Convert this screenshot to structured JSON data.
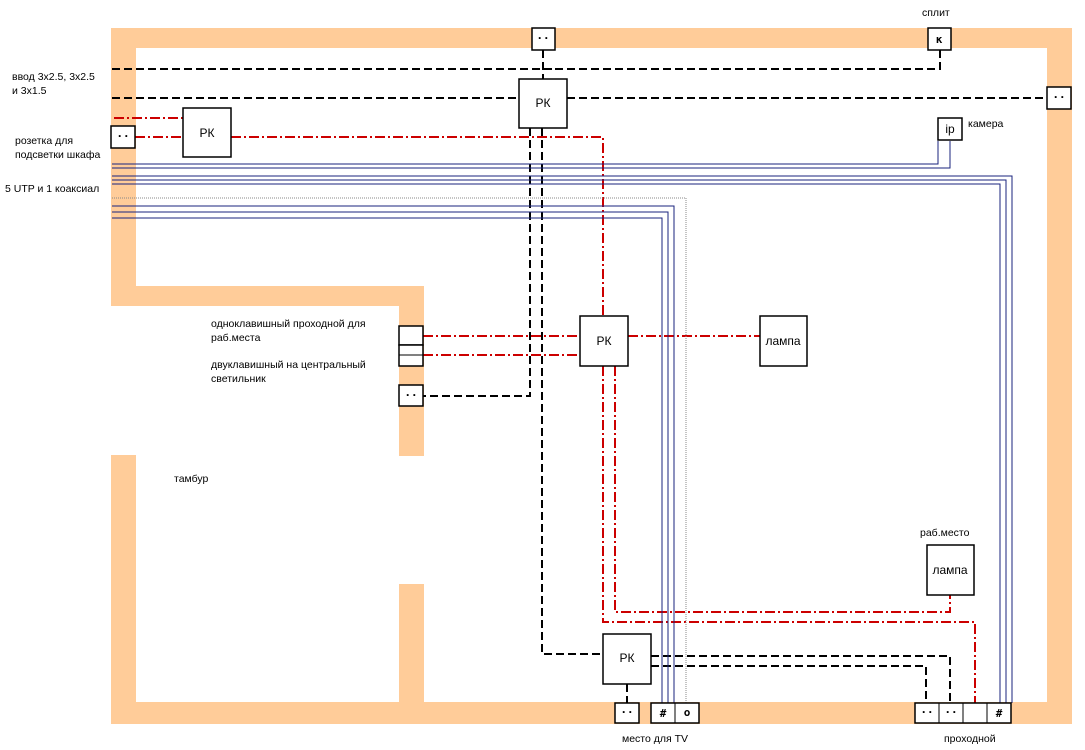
{
  "labels": {
    "split": "сплит",
    "input": "ввод 3х2.5, 3х2.5\nи 3х1.5",
    "cabinet_socket": "розетка для\nподсветки шкафа",
    "utp": "5 UTP и 1 коаксиал",
    "camera": "камера",
    "switch1": "одноклавишный проходной для\nраб.места",
    "switch2": "двуклавишный на центральный\nсветильник",
    "vestibule": "тамбур",
    "workplace": "раб.место",
    "tv_place": "место для TV",
    "passage": "проходной"
  },
  "boxes": {
    "rk": "РК",
    "lamp": "лампа",
    "ip": "ip"
  },
  "symbols": {
    "socket": "··",
    "ac": "к",
    "net": "#",
    "coax": "o"
  },
  "colors": {
    "wall": "#FFCC99",
    "power_line": "#000000",
    "light_line": "#CC0000",
    "network_line": "#1A237E"
  },
  "legend": {
    "power": "black dashed",
    "lighting": "red dash-dot",
    "network": "blue thin"
  }
}
